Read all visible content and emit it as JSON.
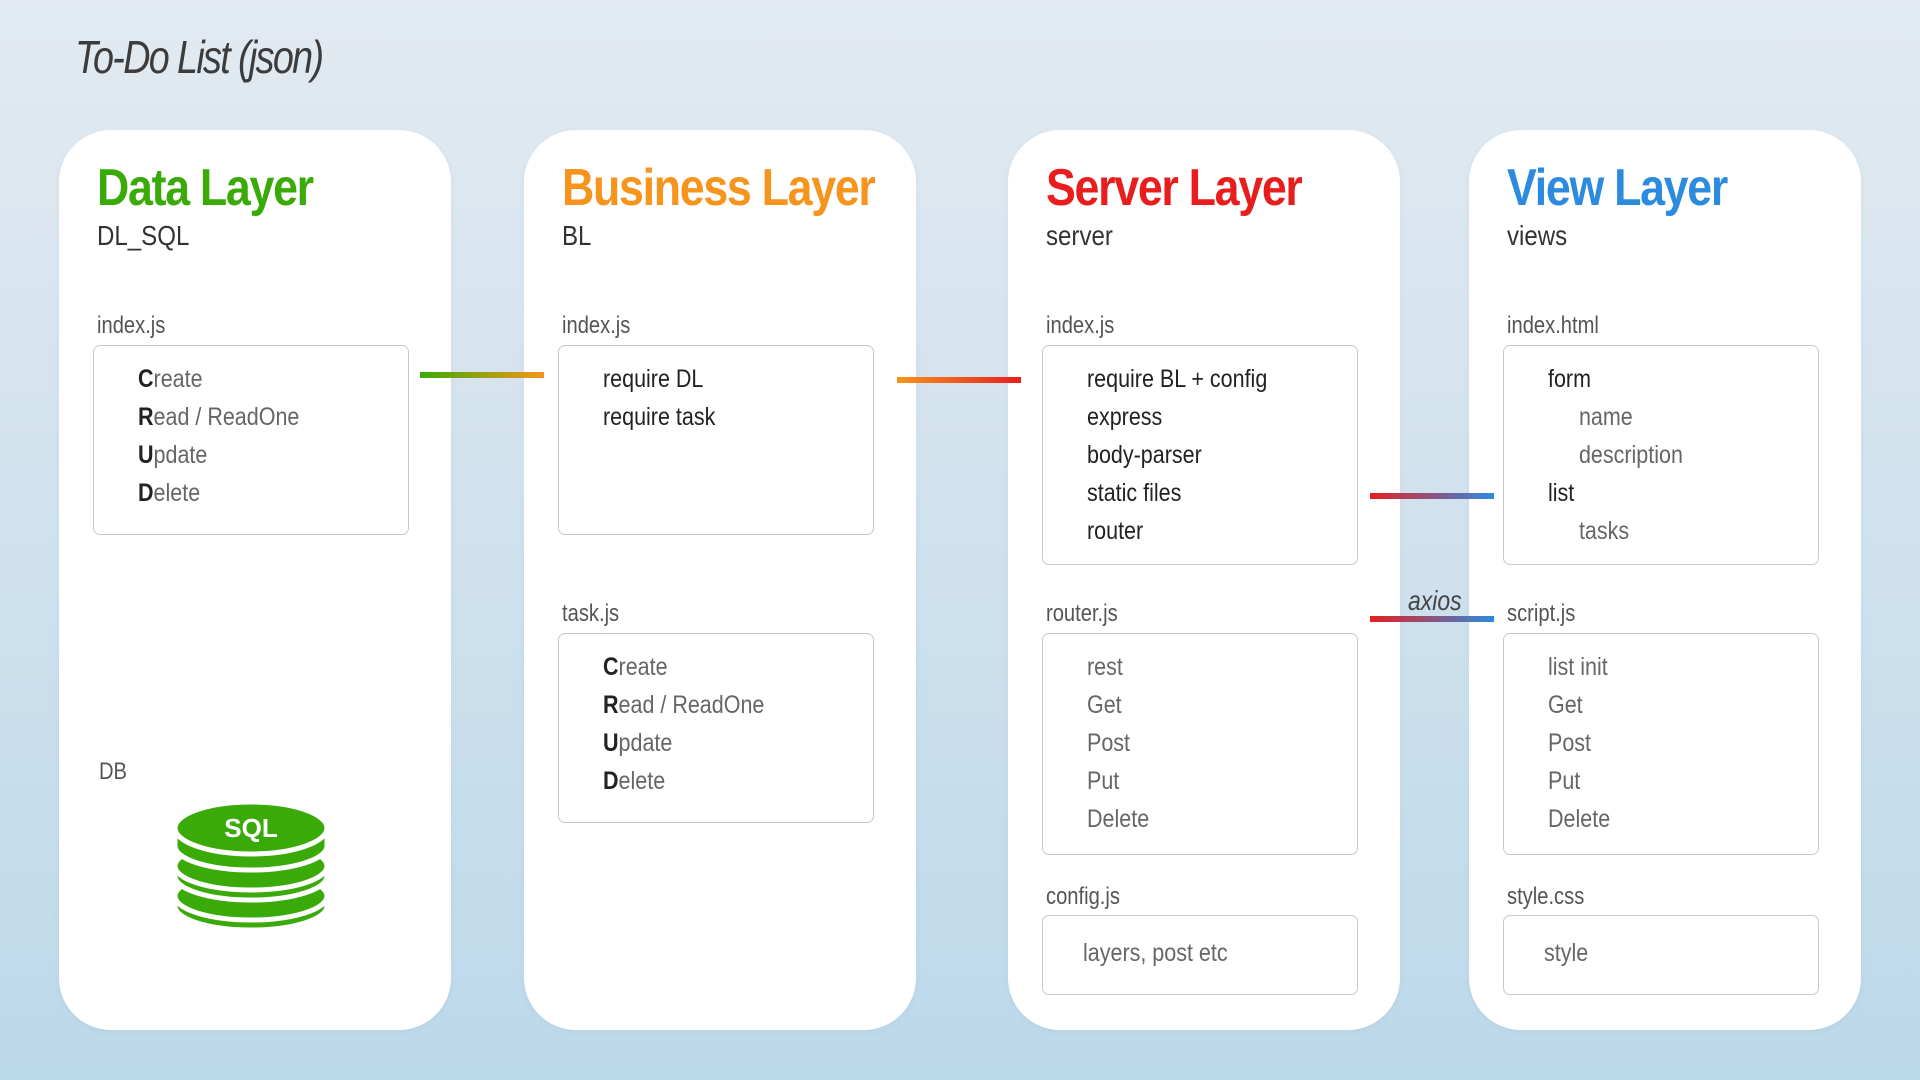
{
  "title": "To-Do List (json)",
  "colors": {
    "data": "#3aaa08",
    "business": "#f7941d",
    "server": "#e81e1e",
    "view": "#2c8bdf"
  },
  "layers": {
    "data": {
      "title": "Data Layer",
      "folder": "DL_SQL",
      "index": {
        "file": "index.js",
        "items": [
          {
            "initial": "C",
            "rest": "reate"
          },
          {
            "initial": "R",
            "rest": "ead / ReadOne"
          },
          {
            "initial": "U",
            "rest": "pdate"
          },
          {
            "initial": "D",
            "rest": "elete"
          }
        ]
      },
      "db": {
        "label": "DB",
        "icon": "database-icon",
        "text": "SQL"
      }
    },
    "business": {
      "title": "Business Layer",
      "folder": "BL",
      "index": {
        "file": "index.js",
        "items": [
          "require DL",
          "require task"
        ]
      },
      "task": {
        "file": "task.js",
        "items": [
          {
            "initial": "C",
            "rest": "reate"
          },
          {
            "initial": "R",
            "rest": "ead / ReadOne"
          },
          {
            "initial": "U",
            "rest": "pdate"
          },
          {
            "initial": "D",
            "rest": "elete"
          }
        ]
      }
    },
    "server": {
      "title": "Server Layer",
      "folder": "server",
      "index": {
        "file": "index.js",
        "items": [
          "require BL + config",
          "express",
          "body-parser",
          "static files",
          "router"
        ]
      },
      "router": {
        "file": "router.js",
        "items": [
          "rest",
          "Get",
          "Post",
          "Put",
          "Delete"
        ]
      },
      "config": {
        "file": "config.js",
        "items": [
          "layers, post etc"
        ]
      }
    },
    "view": {
      "title": "View Layer",
      "folder": "views",
      "index": {
        "file": "index.html",
        "items": [
          "form",
          "name",
          "description",
          "list",
          "tasks"
        ]
      },
      "script": {
        "file": "script.js",
        "items": [
          "list init",
          "Get",
          "Post",
          "Put",
          "Delete"
        ]
      },
      "style": {
        "file": "style.css",
        "items": [
          "style"
        ]
      }
    }
  },
  "connectors": {
    "axios_label": "axios"
  }
}
